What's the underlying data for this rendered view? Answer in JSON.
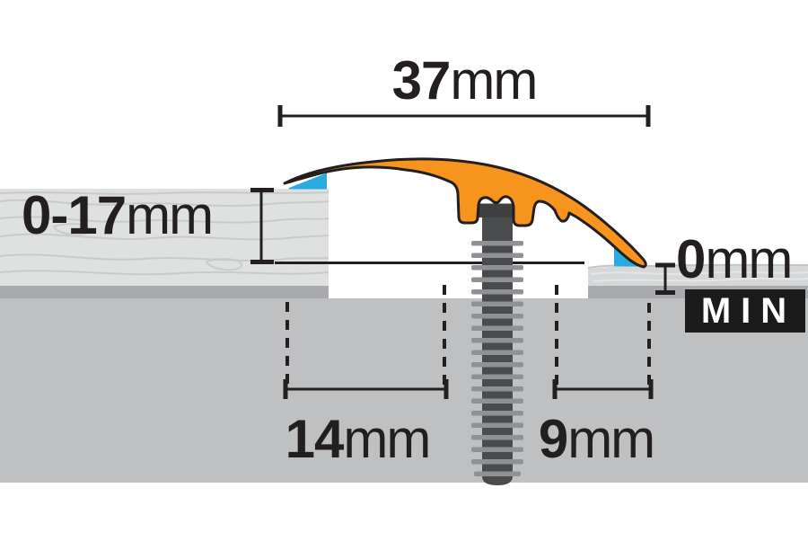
{
  "labels": {
    "top_width": {
      "value": "37",
      "unit": "mm"
    },
    "left_height_range": {
      "value": "0-17",
      "unit": "mm"
    },
    "right_min_height": {
      "value": "0",
      "unit": "mm"
    },
    "min_badge": "MIN",
    "bottom_left_channel": {
      "value": "14",
      "unit": "mm"
    },
    "bottom_right_channel": {
      "value": "9",
      "unit": "mm"
    }
  },
  "colors": {
    "profile_orange": "#F7941E",
    "wedge_blue": "#29ABE2",
    "outline_dark": "#231F20",
    "wood_floor": "#DFE0E0",
    "wood_grain": "#C9CBCA",
    "underlay_strip": "#A8AAAD",
    "subfloor": "#BEC0C2",
    "right_floor": "#D6D7D8",
    "screw_body": "#4A4B4D",
    "screw_head": "#3F4042",
    "screw_thread": "#8F9194",
    "badge_bg": "#1B1B1B",
    "badge_text": "#FFFFFF"
  }
}
